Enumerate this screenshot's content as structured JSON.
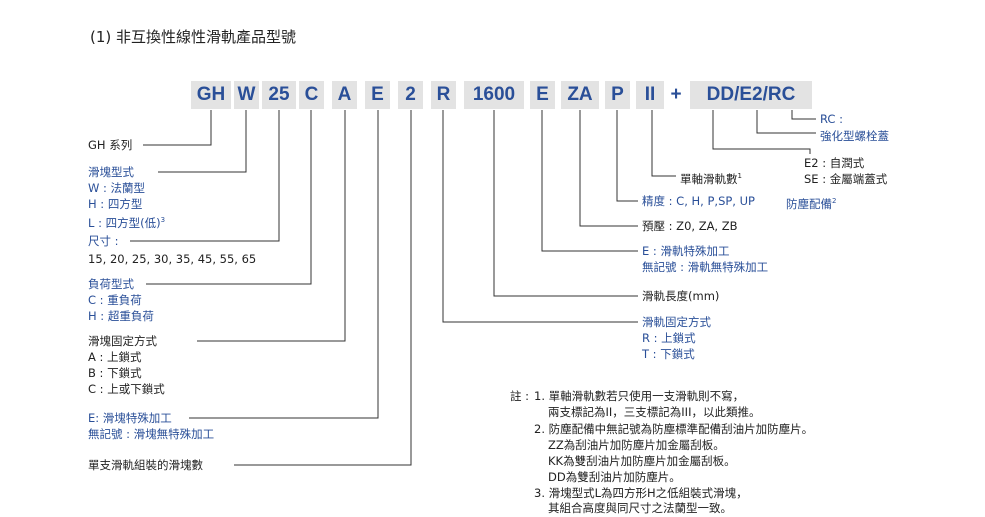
{
  "title": "(1) 非互換性線性滑軌產品型號",
  "code_parts": [
    "GH",
    "W",
    "25",
    "C",
    "A",
    "E",
    "2",
    "R",
    "1600",
    "E",
    "ZA",
    "P",
    "II",
    "+",
    "DD/E2/RC"
  ],
  "left_labels": {
    "series": "GH 系列",
    "block_type": {
      "heading": "滑塊型式",
      "w": "W : 法蘭型",
      "h": "H : 四方型",
      "l": "L : 四方型(低)",
      "l_sup": "3"
    },
    "size": {
      "heading": "尺寸 :",
      "values": "15, 20, 25, 30, 35, 45, 55, 65"
    },
    "load": {
      "heading": "負荷型式",
      "c": "C : 重負荷",
      "h": "H : 超重負荷"
    },
    "mounting": {
      "heading": "滑塊固定方式",
      "a": "A : 上鎖式",
      "b": "B : 下鎖式",
      "c": "C : 上或下鎖式"
    },
    "block_special": {
      "e": "E: 滑塊特殊加工",
      "none": "無記號 : 滑塊無特殊加工"
    },
    "block_count": "單支滑軌組裝的滑塊數"
  },
  "right_labels": {
    "rc": {
      "code": "RC :",
      "desc": "強化型螺栓蓋"
    },
    "e2": {
      "e2": "E2 : 自潤式",
      "se": "SE : 金屬端蓋式"
    },
    "rail_count": "單軸滑軌數",
    "rail_count_sup": "1",
    "accuracy": "精度 : C, H, P,SP, UP",
    "dust": "防塵配備",
    "dust_sup": "2",
    "preload": "預壓 : Z0, ZA, ZB",
    "rail_special": {
      "e": "E : 滑軌特殊加工",
      "none": "無記號 : 滑軌無特殊加工"
    },
    "rail_length": "滑軌長度(mm)",
    "rail_mounting": {
      "heading": "滑軌固定方式",
      "r": "R : 上鎖式",
      "t": "T : 下鎖式"
    }
  },
  "notes": {
    "prefix": "註 :",
    "lines": [
      "1. 單軸滑軌數若只使用一支滑軌則不寫，",
      "兩支標記為II，三支標記為III，以此類推。",
      "2. 防塵配備中無記號為防塵標準配備刮油片加防塵片。",
      "ZZ為刮油片加防塵片加金屬刮板。",
      "KK為雙刮油片加防塵片加金屬刮板。",
      "DD為雙刮油片加防塵片。",
      "3. 滑塊型式L為四方形H之低組裝式滑塊，",
      "其組合高度與同尺寸之法蘭型一致。"
    ]
  }
}
